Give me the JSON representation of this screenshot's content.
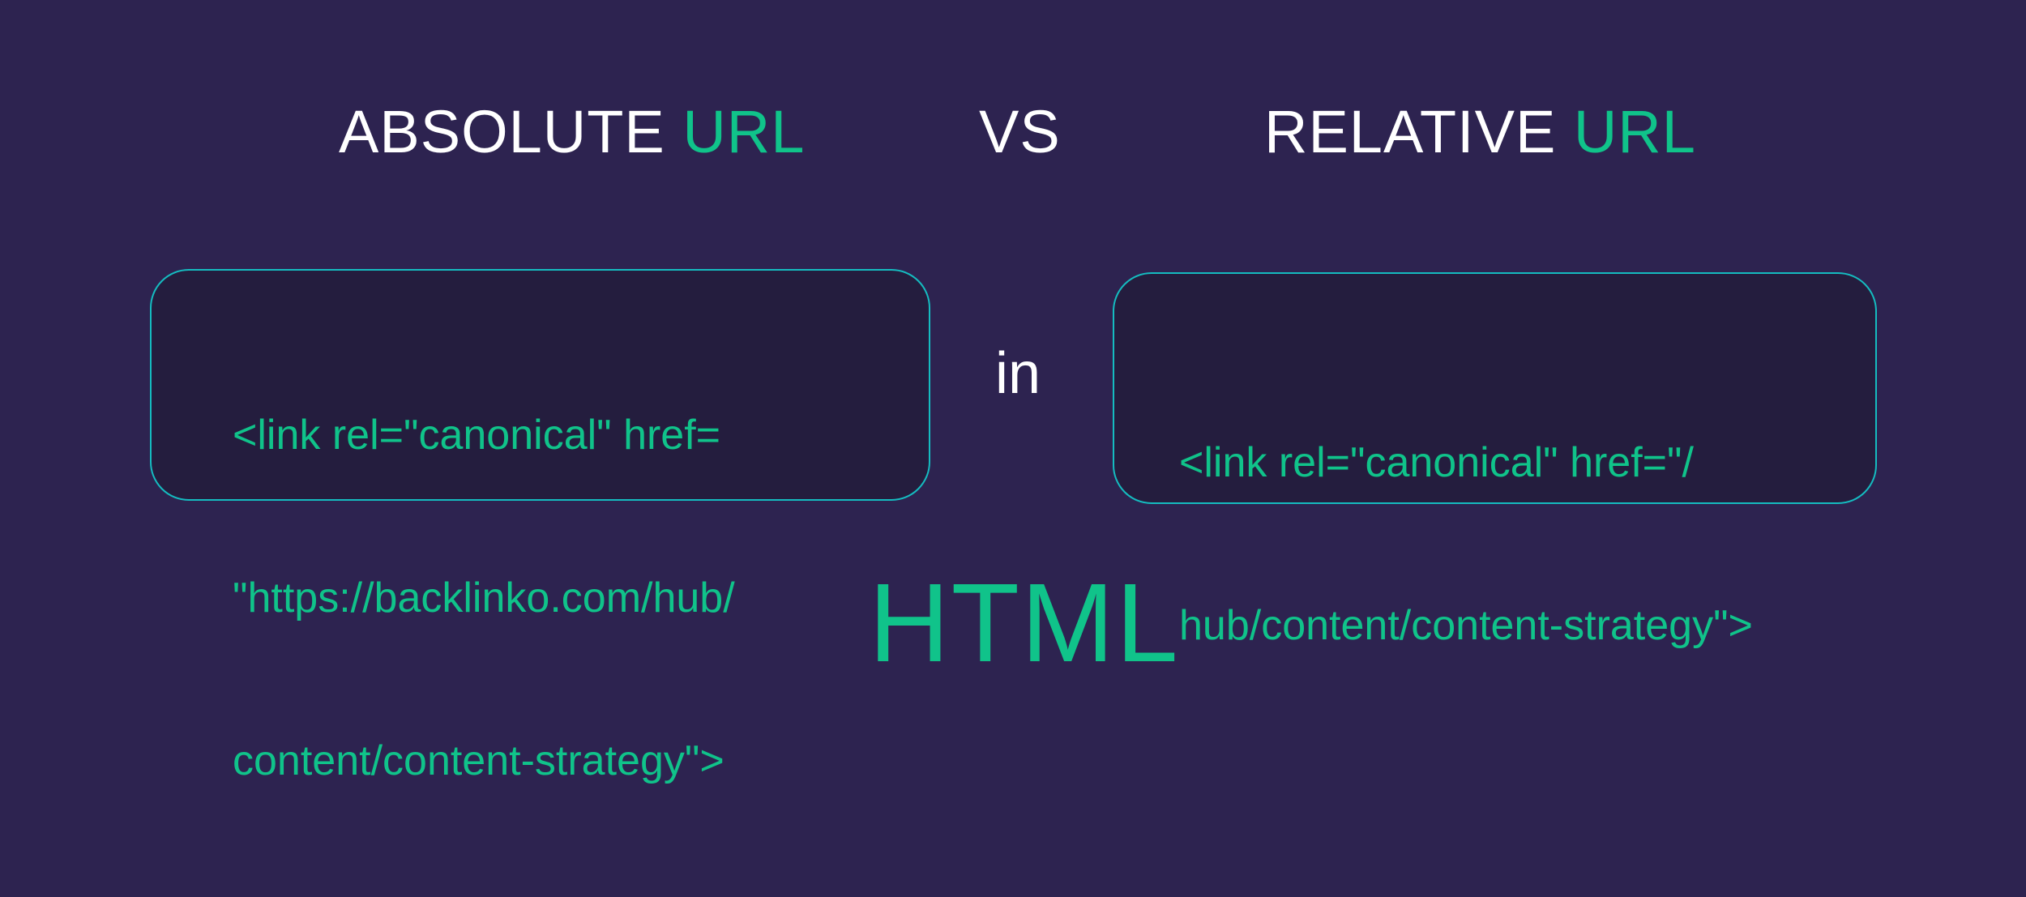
{
  "header": {
    "left": {
      "word": "ABSOLUTE",
      "accent": "URL"
    },
    "vs": "VS",
    "right": {
      "word": "RELATIVE",
      "accent": "URL"
    }
  },
  "absolute_box": {
    "lines": [
      "<link rel=\"canonical\" href=",
      "\"https://backlinko.com/hub/",
      "content/content-strategy\">"
    ]
  },
  "connector": "in",
  "relative_box": {
    "lines": [
      "<link rel=\"canonical\" href=\"/",
      "hub/content/content-strategy\">"
    ]
  },
  "footer": {
    "label": "HTML"
  },
  "colors": {
    "background": "#2d2350",
    "box": "#241d3e",
    "accent": "#10c38a",
    "border": "#15bcc0",
    "text": "#ffffff"
  }
}
